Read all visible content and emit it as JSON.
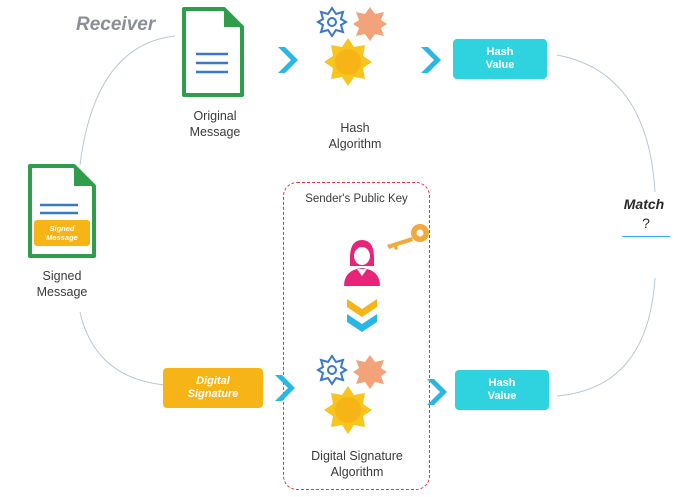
{
  "title": "Receiver",
  "nodes": {
    "original_message": "Original\nMessage",
    "hash_algorithm": "Hash\nAlgorithm",
    "hash_value_top": "Hash\nValue",
    "signed_message": "Signed\nMessage",
    "doc_badge": "Signed\nMessage",
    "public_key": "Sender's Public Key",
    "match": "Match",
    "match_q": "?",
    "digital_signature": "Digital\nSignature",
    "hash_value_bottom": "Hash\nValue",
    "ds_algorithm": "Digital Signature\nAlgorithm"
  },
  "colors": {
    "cyan": "#2fd3df",
    "amber": "#f7b416",
    "doc_green": "#2e9e4a",
    "doc_blue": "#3a78c8",
    "gear_orange": "#f2a37a",
    "sun_yellow": "#f7c51e",
    "person_pink": "#e8237a",
    "dashed_red": "#e5323a",
    "line_gray": "#b8c7d6"
  },
  "icons": [
    "document-icon",
    "signed-document-icon",
    "chevron-right-icon",
    "gear-icon",
    "sun-gear-icon",
    "person-icon",
    "key-icon",
    "chevron-down-icon"
  ]
}
